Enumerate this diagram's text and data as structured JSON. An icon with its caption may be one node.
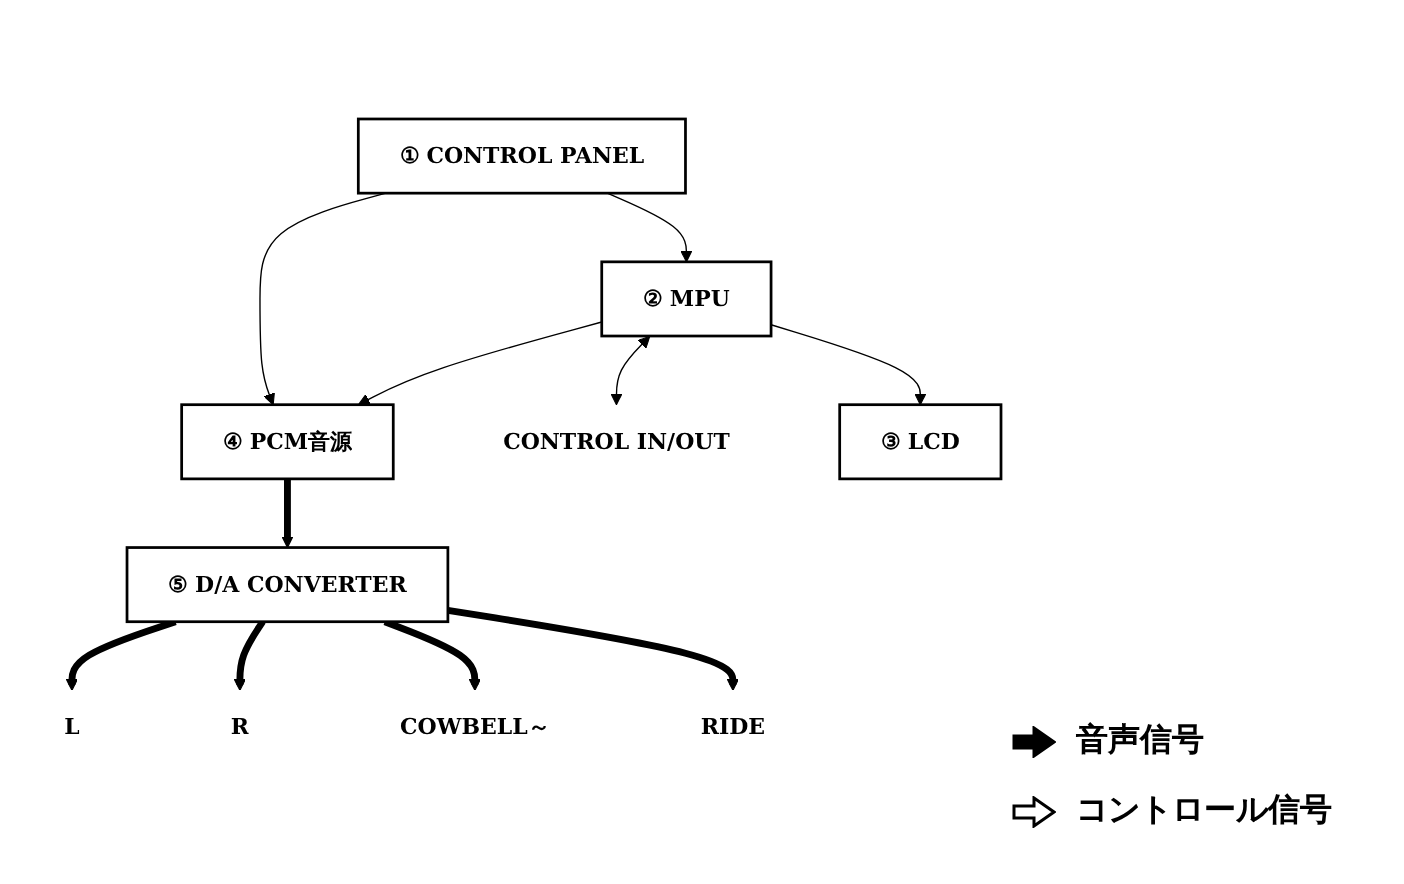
{
  "diagram": {
    "nodes": [
      {
        "text": [
          "① CONTROL PANEL"
        ]
      },
      {
        "text": [
          "④ PCM音源"
        ]
      },
      {
        "text": [
          "② MPU"
        ]
      },
      {
        "text": [
          "CONTROL IN/OUT"
        ]
      },
      {
        "text": [
          "⑤ D/A CONVERTER"
        ]
      },
      {
        "text": [
          "③ LCD"
        ]
      },
      {
        "text": [
          "L"
        ]
      },
      {
        "text": [
          "R"
        ]
      },
      {
        "text": [
          "COWBELL～"
        ]
      },
      {
        "text": [
          "RIDE"
        ]
      }
    ],
    "edges": [
      {
        "from": 0,
        "to": 1,
        "arrow": "to"
      },
      {
        "from": 0,
        "to": 2,
        "arrow": "to"
      },
      {
        "from": 2,
        "to": 1,
        "arrow": "to"
      },
      {
        "from": 2,
        "to": 3,
        "arrow": "both"
      },
      {
        "from": 1,
        "to": 4,
        "arrow": "to",
        "style": "thick"
      },
      {
        "from": 2,
        "to": 5,
        "arrow": "to"
      },
      {
        "from": 4,
        "to": 6,
        "arrow": "to",
        "style": "thick"
      },
      {
        "from": 4,
        "to": 7,
        "arrow": "to",
        "style": "thick"
      },
      {
        "from": 4,
        "to": 8,
        "arrow": "to",
        "style": "thick"
      },
      {
        "from": 4,
        "to": 9,
        "arrow": "to",
        "style": "thick"
      }
    ],
    "legend": [
      {
        "text": "音声信号"
      },
      {
        "text": "コントロール信号"
      }
    ]
  }
}
